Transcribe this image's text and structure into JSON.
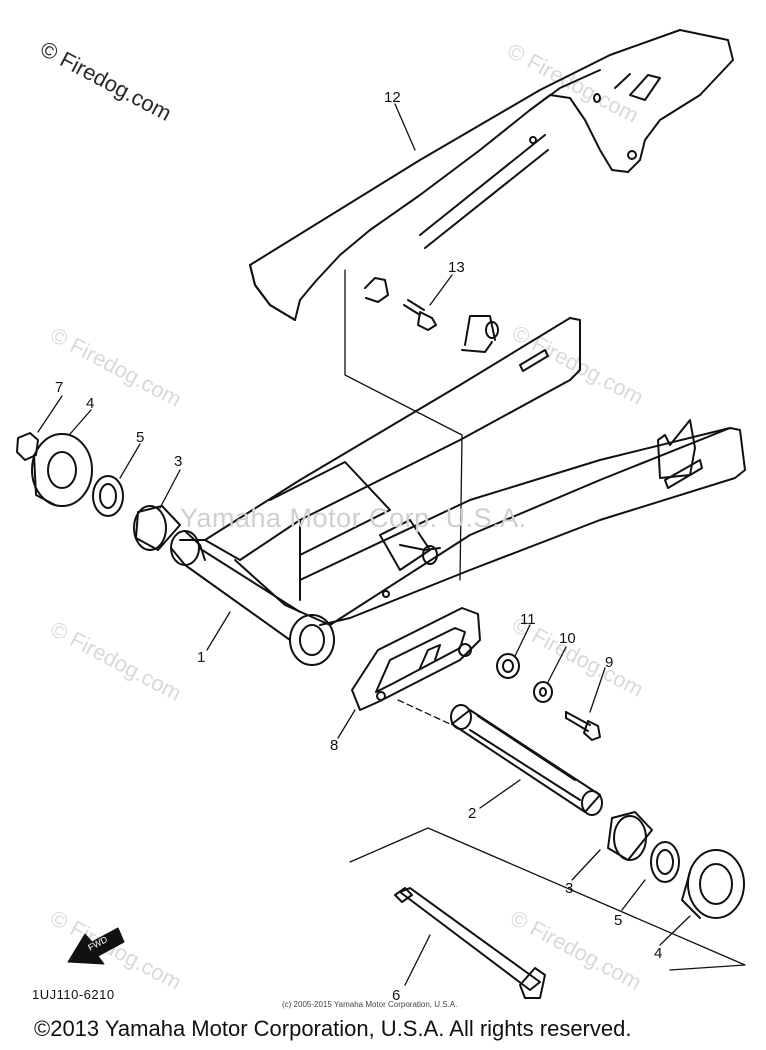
{
  "watermark": {
    "text": "© Firedog.com",
    "faint_text": "© Firedog.com",
    "center_text": "Yamaha Motor Corp. U.S.A."
  },
  "diagram_code": "1UJ110-6210",
  "fwd_label": "FWD",
  "small_copyright": "(c) 2005-2015 Yamaha Motor Corporation, U.S.A.",
  "footer_copyright": "©2013 Yamaha Motor Corporation, U.S.A. All rights reserved.",
  "callouts": {
    "c1": "1",
    "c2": "2",
    "c3a": "3",
    "c3b": "3",
    "c4a": "4",
    "c4b": "4",
    "c5a": "5",
    "c5b": "5",
    "c6": "6",
    "c7": "7",
    "c8": "8",
    "c9": "9",
    "c10": "10",
    "c11": "11",
    "c12": "12",
    "c13": "13"
  },
  "colors": {
    "line": "#111111",
    "watermark": "#d9d9d9",
    "background": "#ffffff"
  }
}
